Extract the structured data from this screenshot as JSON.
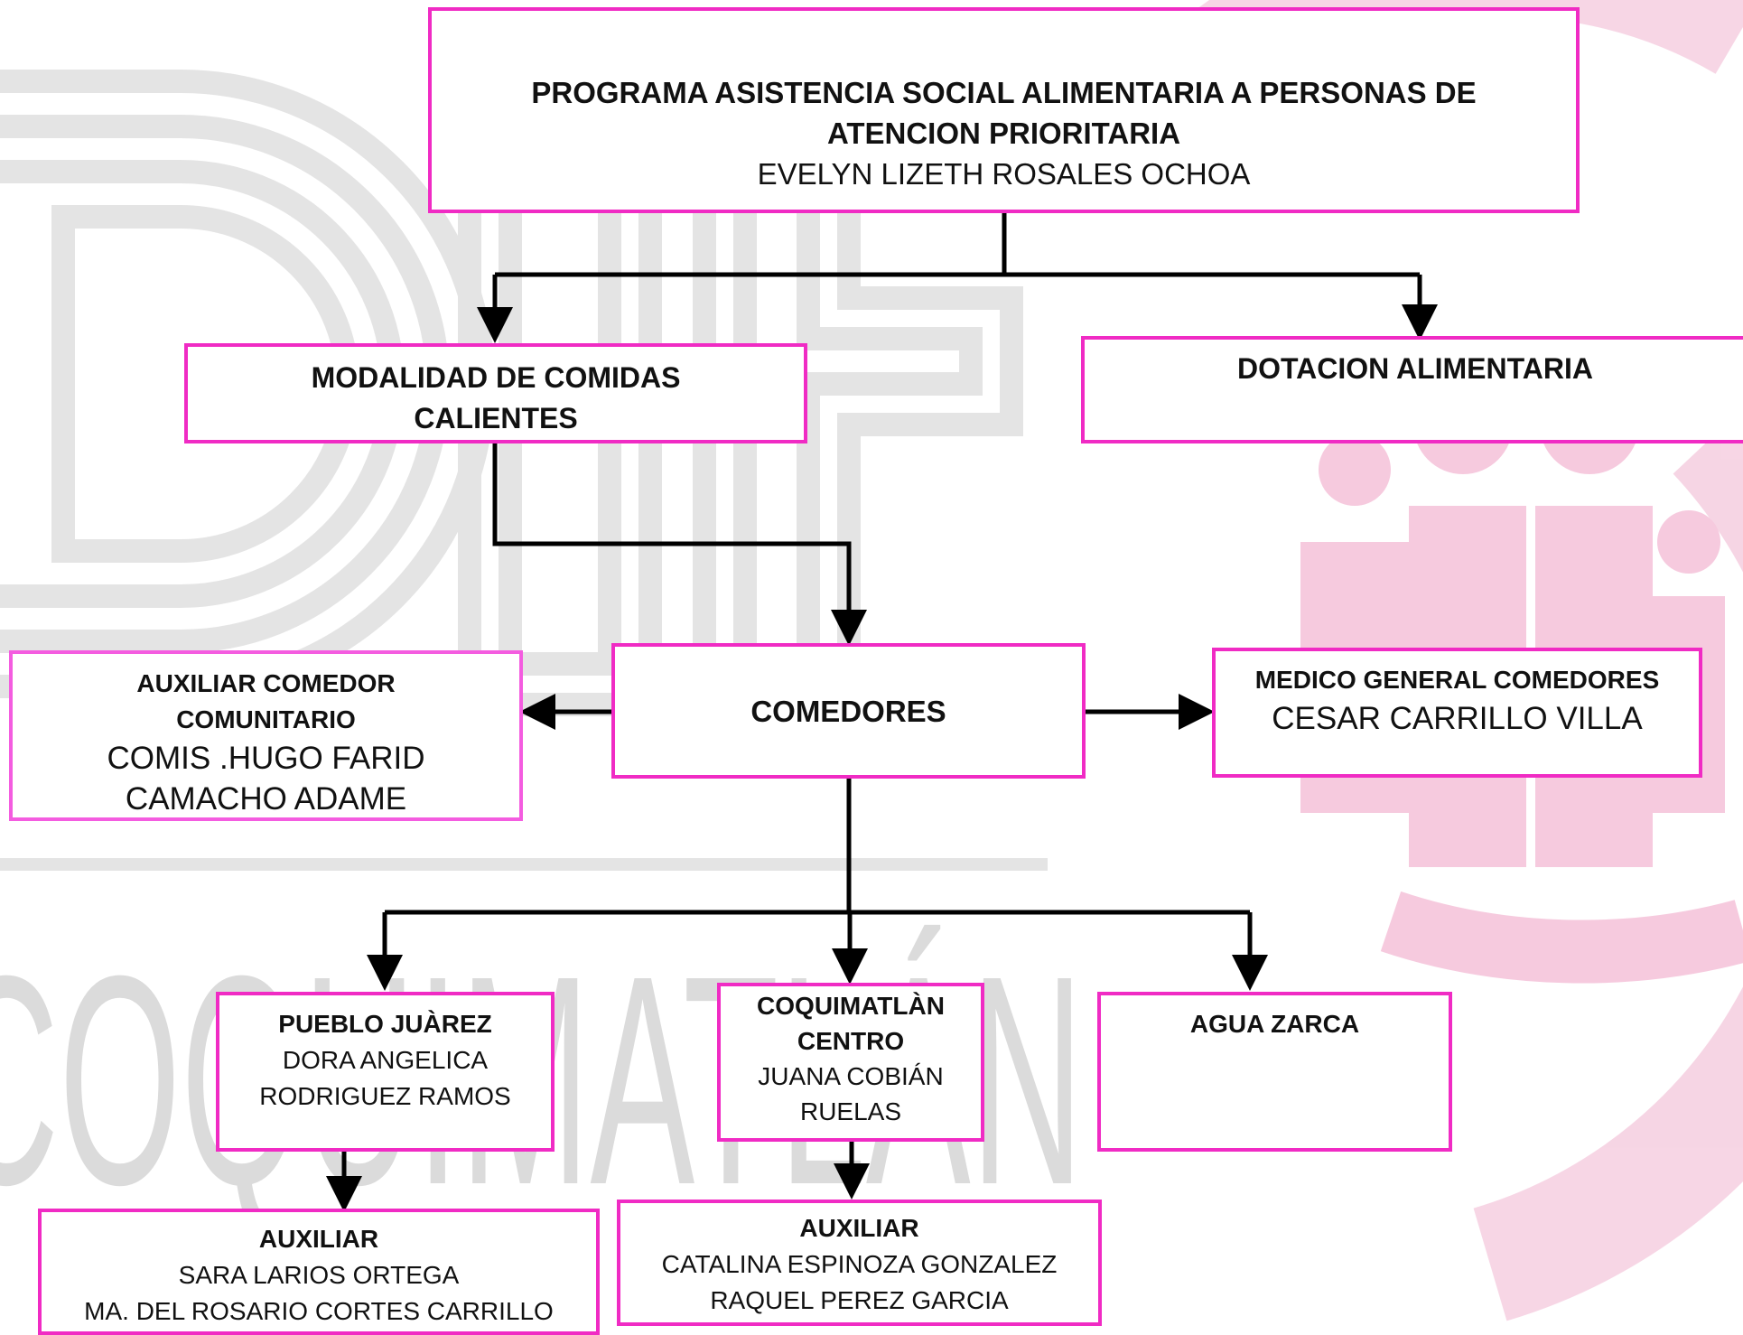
{
  "colors": {
    "box_border": "#f02bc4",
    "box_border_light": "#f45ce0",
    "connector": "#000000",
    "watermark_gray": "#d3d3d3",
    "watermark_pink": "#f3c9dd"
  },
  "watermark": {
    "text": "COQUIMATLÁN"
  },
  "nodes": {
    "root": {
      "title": [
        "PROGRAMA ASISTENCIA SOCIAL ALIMENTARIA A PERSONAS DE",
        "ATENCION PRIORITARIA"
      ],
      "people": [
        "EVELYN LIZETH ROSALES OCHOA"
      ]
    },
    "comidas": {
      "title": [
        "MODALIDAD DE COMIDAS",
        "CALIENTES"
      ],
      "people": []
    },
    "dotacion": {
      "title": [
        "DOTACION ALIMENTARIA"
      ],
      "people": []
    },
    "comedores": {
      "title": [
        "COMEDORES"
      ],
      "people": []
    },
    "auxiliar_comedor": {
      "title": [
        "AUXILIAR COMEDOR",
        "COMUNITARIO"
      ],
      "people": [
        "COMIS .HUGO FARID",
        "CAMACHO ADAME"
      ]
    },
    "medico": {
      "title": [
        "MEDICO  GENERAL COMEDORES"
      ],
      "people": [
        "CESAR CARRILLO VILLA"
      ]
    },
    "pueblo_juarez": {
      "title": [
        "PUEBLO JUÀREZ"
      ],
      "people": [
        "DORA ANGELICA",
        "RODRIGUEZ RAMOS"
      ]
    },
    "coquimatlan_centro": {
      "title": [
        "COQUIMATLÀN",
        "CENTRO"
      ],
      "people": [
        "JUANA COBIÁN",
        "RUELAS"
      ]
    },
    "agua_zarca": {
      "title": [
        "AGUA ZARCA"
      ],
      "people": []
    },
    "auxiliar_pj": {
      "title": [
        "AUXILIAR"
      ],
      "people": [
        "SARA LARIOS ORTEGA",
        "MA. DEL ROSARIO CORTES CARRILLO"
      ]
    },
    "auxiliar_cc": {
      "title": [
        "AUXILIAR"
      ],
      "people": [
        "CATALINA ESPINOZA GONZALEZ",
        "RAQUEL PEREZ GARCIA"
      ]
    }
  }
}
